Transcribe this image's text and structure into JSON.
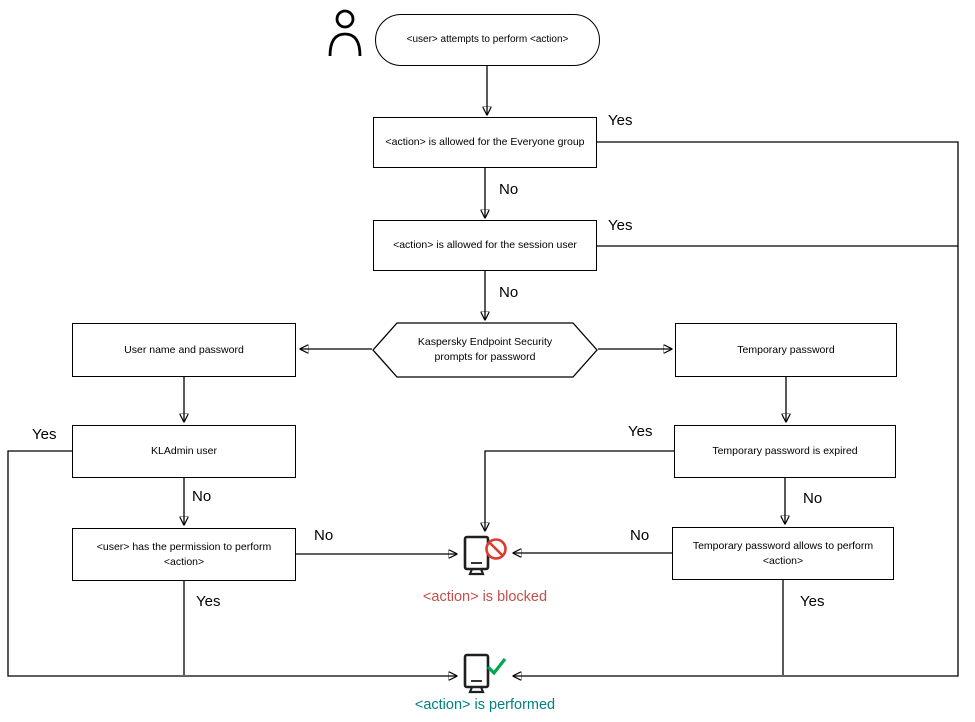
{
  "nodes": {
    "start": "<user> attempts to perform <action>",
    "everyone_group": "<action> is allowed for the Everyone group",
    "session_user": "<action> is allowed for the session user",
    "kes_prompt": "Kaspersky Endpoint Security prompts for password",
    "username_password": "User name and password",
    "temporary_password": "Temporary password",
    "kladmin_user": "KLAdmin user",
    "temp_password_expired": "Temporary password is expired",
    "user_has_permission": "<user> has the permission to perform <action>",
    "temp_password_allows": "Temporary password allows to perform <action>",
    "action_blocked": "<action> is blocked",
    "action_performed": "<action> is performed"
  },
  "edge_labels": {
    "yes": "Yes",
    "no": "No"
  },
  "icons": {
    "start_actor": "person-icon",
    "blocked": "computer-blocked-icon",
    "performed": "computer-check-icon"
  },
  "colors": {
    "blocked_text": "#c0504d",
    "performed_text": "#008080",
    "prohibition_badge": "#e03a2f",
    "check_badge": "#00a651",
    "line": "#000000"
  }
}
